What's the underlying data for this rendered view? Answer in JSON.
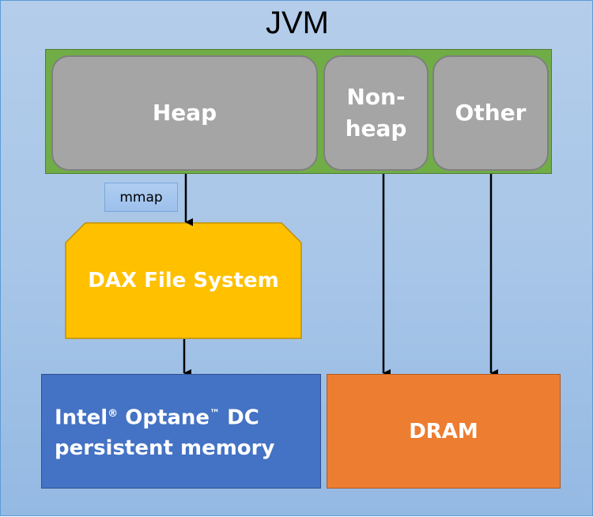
{
  "title": "JVM",
  "jvm": {
    "heap_label": "Heap",
    "nonheap_line1": "Non-",
    "nonheap_line2": "heap",
    "other_label": "Other"
  },
  "edges": {
    "mmap_label": "mmap"
  },
  "dax": {
    "label": "DAX File System"
  },
  "optane": {
    "line1_a": "Intel",
    "line1_reg": "®",
    "line1_b": " Optane",
    "line1_tm": "™",
    "line1_c": " DC",
    "line2": "persistent memory"
  },
  "dram": {
    "label": "DRAM"
  },
  "colors": {
    "jvm_container": "#70ad47",
    "memory_region": "#a5a5a5",
    "dax": "#ffc000",
    "optane": "#4472c4",
    "dram": "#ed7d31"
  }
}
